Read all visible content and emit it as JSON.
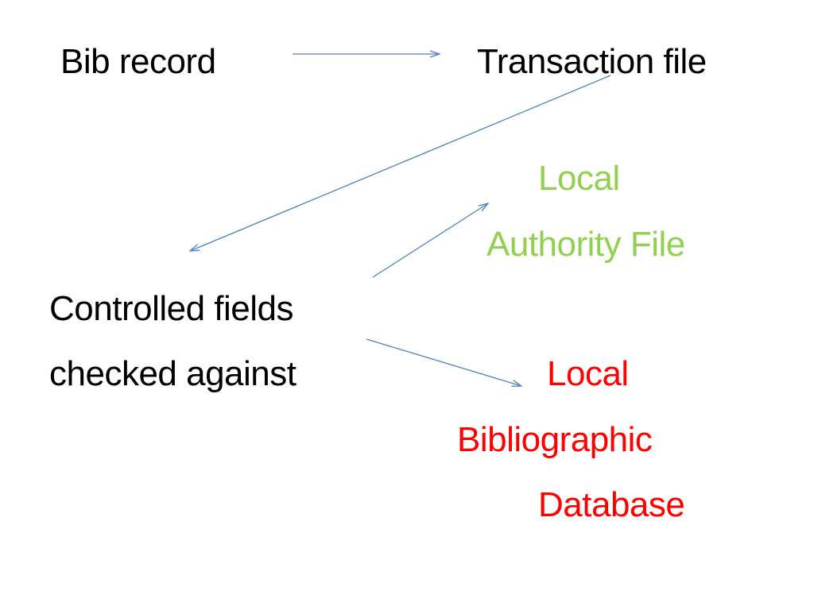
{
  "slide": {
    "bib_record": "Bib record",
    "transaction_file": "Transaction file",
    "controlled_fields": "Controlled fields",
    "checked_against": "checked against",
    "authority_local": "Local",
    "authority_file": "Authority File",
    "bib_local": "Local",
    "bib_bibliographic": "Bibliographic",
    "bib_database": "Database"
  },
  "colors": {
    "text": "#000000",
    "authority": "#92d050",
    "bibliographic": "#ff0000",
    "arrow": "#4f81bd"
  }
}
